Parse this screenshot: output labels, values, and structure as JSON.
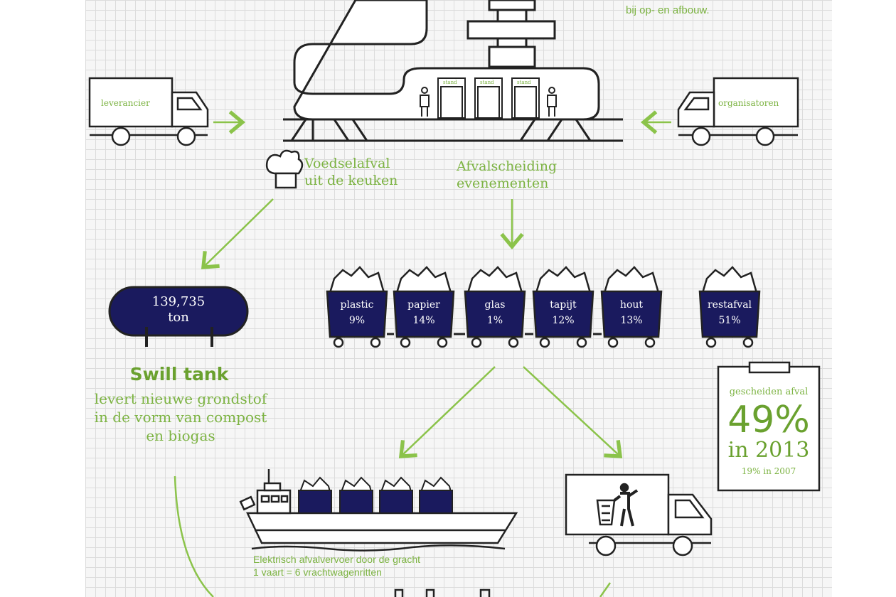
{
  "header": {
    "note_line2": "bij op- en afbouw."
  },
  "trucks": {
    "left_label": "leverancier",
    "right_label": "organisatoren"
  },
  "venue": {
    "stand_labels": [
      "stand",
      "stand",
      "stand"
    ]
  },
  "flows": {
    "food_waste": [
      "Voedselafval",
      "uit de keuken"
    ],
    "separation": [
      "Afvalscheiding",
      "evenementen"
    ]
  },
  "carts": [
    {
      "name": "plastic",
      "pct": "9%"
    },
    {
      "name": "papier",
      "pct": "14%"
    },
    {
      "name": "glas",
      "pct": "1%"
    },
    {
      "name": "tapijt",
      "pct": "12%"
    },
    {
      "name": "hout",
      "pct": "13%"
    },
    {
      "name": "restafval",
      "pct": "51%"
    }
  ],
  "swill": {
    "amount": "139,735",
    "unit": "ton",
    "title": "Swill tank",
    "desc": [
      "levert nieuwe grondstof",
      "in de vorm van compost",
      "en biogas"
    ]
  },
  "stat": {
    "label": "gescheiden afval",
    "value": "49%",
    "year": "in 2013",
    "compare": "19% in 2007"
  },
  "boat": {
    "caption_line1": "Elektrisch afvalvervoer door de gracht",
    "caption_line2": "1 vaart = 6 vrachtwagenritten"
  },
  "colors": {
    "accent_green": "#7cb342",
    "navy": "#1a1a5e",
    "ink": "#222222",
    "grid": "#dcdcdc"
  }
}
